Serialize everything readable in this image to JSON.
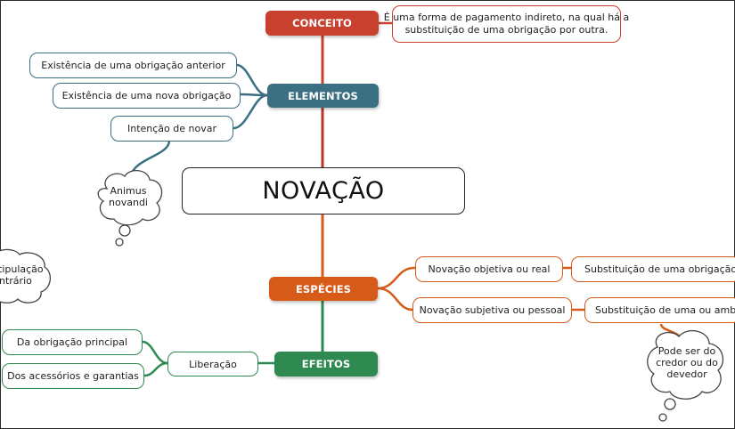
{
  "central": {
    "title": "NOVAÇÃO"
  },
  "branches": {
    "conceito": {
      "label": "CONCEITO",
      "color": "#c8412e"
    },
    "elementos": {
      "label": "ELEMENTOS",
      "color": "#3b6f82"
    },
    "especies": {
      "label": "ESPÉCIES",
      "color": "#d65a18"
    },
    "efeitos": {
      "label": "EFEITOS",
      "color": "#2e8a50"
    }
  },
  "conceito": {
    "definition_line1": "É uma forma de pagamento indireto, na qual há a",
    "definition_line2": "substituição de uma obrigação por outra."
  },
  "elementos": {
    "items": [
      "Existência de uma obrigação anterior",
      "Existência de uma nova obrigação",
      "Intenção de novar"
    ],
    "cloud_line1": "Animus",
    "cloud_line2": "novandi"
  },
  "especies": {
    "objetiva": "Novação objetiva ou real",
    "objetiva_detail": "Substituição de uma obrigação por",
    "subjetiva": "Novação subjetiva ou pessoal",
    "subjetiva_detail": "Substituição de uma ou ambas a",
    "cloud_line1": "Pode ser do",
    "cloud_line2": "credor ou do",
    "cloud_line3": "devedor"
  },
  "efeitos": {
    "liberacao": "Liberação",
    "items": [
      "Da obrigação principal",
      "Dos acessórios e garantias"
    ]
  },
  "left_cloud": {
    "line1": "tipulação",
    "line2": "ntrário"
  }
}
